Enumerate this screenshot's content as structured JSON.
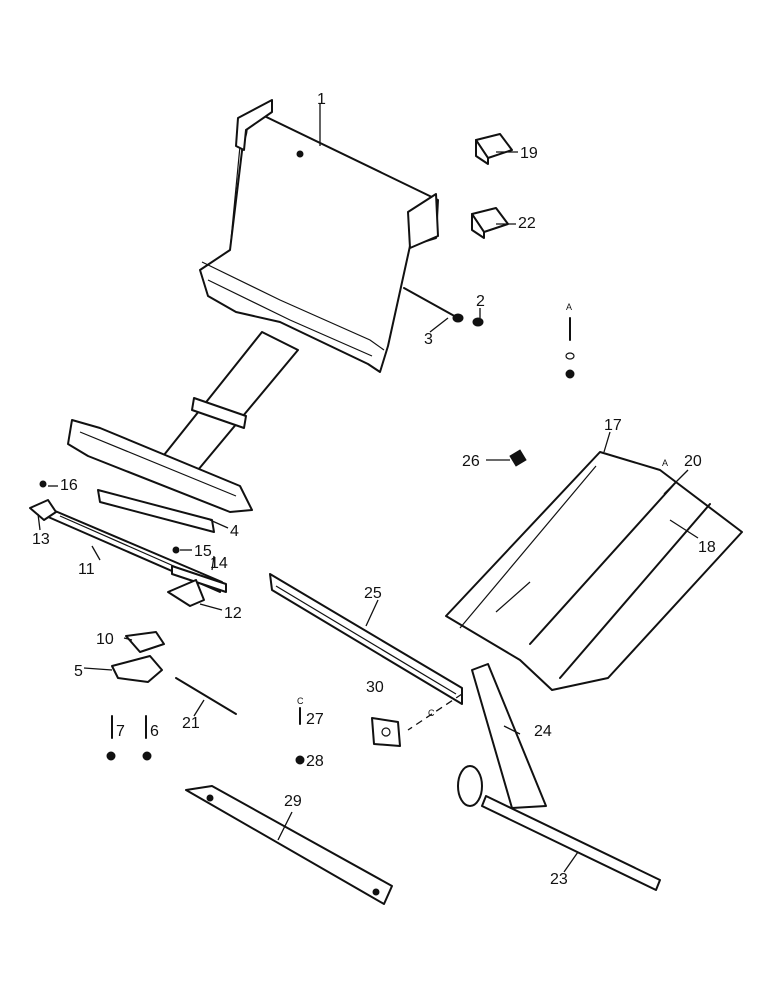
{
  "callouts": {
    "c1": "1",
    "c2": "2",
    "c3": "3",
    "c4": "4",
    "c5": "5",
    "c6": "6",
    "c7": "7",
    "c10": "10",
    "c11": "11",
    "c12": "12",
    "c13": "13",
    "c14": "14",
    "c15": "15",
    "c16": "16",
    "c17": "17",
    "c18": "18",
    "c19": "19",
    "c20": "20",
    "c21": "21",
    "c22": "22",
    "c23": "23",
    "c24": "24",
    "c25": "25",
    "c26": "26",
    "c27": "27",
    "c28": "28",
    "c29": "29",
    "c30": "30"
  },
  "small_marks": {
    "bolt_a": "A",
    "slat_a": "A",
    "bolt_c": "C",
    "hole_c": "C"
  }
}
